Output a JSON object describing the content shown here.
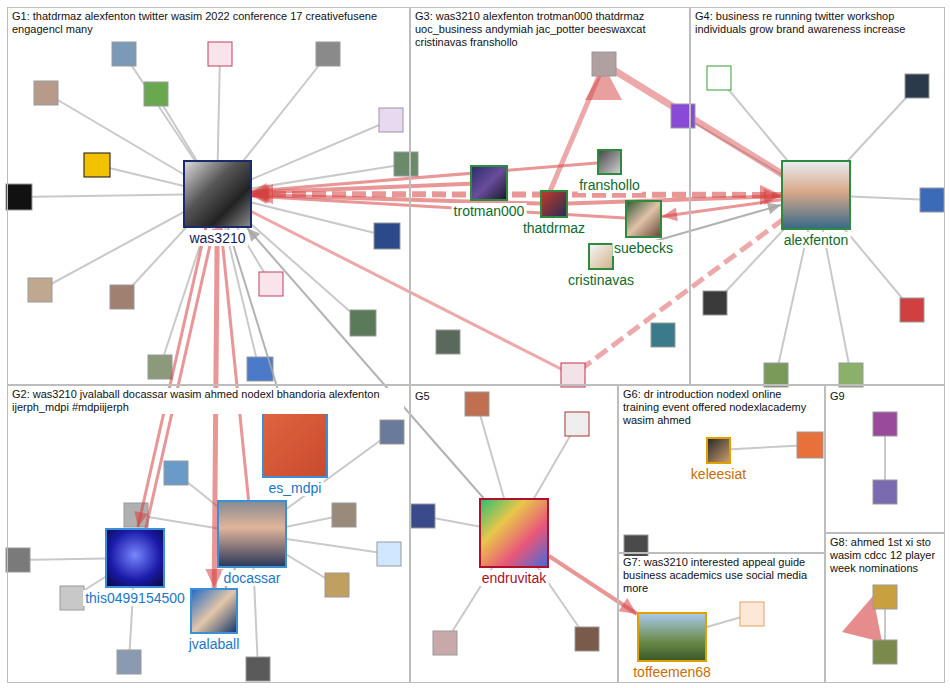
{
  "diagram": {
    "nodes": [
      {
        "text": [
          "G1: thatdrmaz alexfenton twitter wasim 2022 conference 17 creativefusene engagencl many"
        ]
      },
      {
        "text": [
          "was3210"
        ],
        "in": 0
      },
      {
        "text": [
          "G3: was3210 alexfenton trotman000 thatdrmaz uoc_business andymiah jac_potter beeswaxcat cristinavas franshollo"
        ]
      },
      {
        "text": [
          "trotman000"
        ],
        "in": 2
      },
      {
        "text": [
          "thatdrmaz"
        ],
        "in": 2
      },
      {
        "text": [
          "franshollo"
        ],
        "in": 2
      },
      {
        "text": [
          "suebecks"
        ],
        "in": 2
      },
      {
        "text": [
          "cristinavas"
        ],
        "in": 2
      },
      {
        "text": [
          "G4: business re running twitter workshop individuals grow brand awareness increase"
        ]
      },
      {
        "text": [
          "alexfenton"
        ],
        "in": 8
      },
      {
        "text": [
          "G2: was3210 jvalaball docassar wasim ahmed nodexl bhandoria alexfenton ijerph_mdpi #mdpiijerph"
        ]
      },
      {
        "text": [
          "es_mdpi"
        ],
        "in": 10
      },
      {
        "text": [
          "docassar"
        ],
        "in": 10
      },
      {
        "text": [
          "this0499154500"
        ],
        "in": 10
      },
      {
        "text": [
          "jvalaball"
        ],
        "in": 10
      },
      {
        "text": [
          "G5"
        ]
      },
      {
        "text": [
          "endruvitak"
        ],
        "in": 15
      },
      {
        "text": [
          "G6: dr introduction nodexl online training event offered nodexlacademy wasim ahmed"
        ]
      },
      {
        "text": [
          "keleesiat"
        ],
        "in": 17
      },
      {
        "text": [
          "G9"
        ]
      },
      {
        "text": [
          "G7: was3210 interested appeal guide business academics use social media more"
        ]
      },
      {
        "text": [
          "toffeemen68"
        ],
        "in": 20
      },
      {
        "text": [
          "G8: ahmed 1st xi sto wasim cdcc 12 player week nominations"
        ]
      }
    ],
    "edges": [
      {
        "from": 1,
        "to": 9,
        "arrow": "both"
      },
      {
        "from": 4,
        "to": 1,
        "arrow": "to"
      },
      {
        "from": 3,
        "to": 1,
        "arrow": "to"
      },
      {
        "from": 5,
        "to": 1,
        "arrow": "to"
      },
      {
        "from": 6,
        "to": 1,
        "arrow": "to"
      },
      {
        "from": 7,
        "to": 9,
        "arrow": "to"
      },
      {
        "from": 4,
        "to": 9,
        "arrow": "to"
      },
      {
        "from": 9,
        "to": 6,
        "arrow": "to"
      },
      {
        "from": 1,
        "to": 14,
        "arrow": "to"
      },
      {
        "from": 12,
        "to": 1,
        "arrow": "to"
      },
      {
        "from": 13,
        "to": 1,
        "arrow": "to"
      },
      {
        "from": 1,
        "to": 13,
        "arrow": "to"
      },
      {
        "from": 11,
        "to": 1,
        "arrow": "to"
      },
      {
        "from": 16,
        "to": 1,
        "arrow": "to"
      },
      {
        "from": 16,
        "to": 21,
        "arrow": "to"
      },
      {
        "from": 12,
        "to": 14,
        "arrow": "to"
      }
    ]
  }
}
